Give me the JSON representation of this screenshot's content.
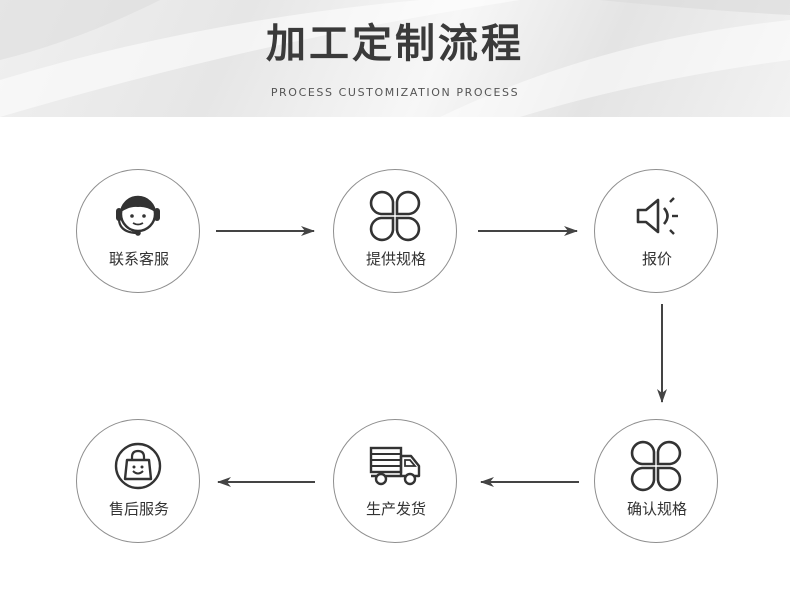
{
  "header": {
    "title": "加工定制流程",
    "subtitle": "PROCESS CUSTOMIZATION PROCESS"
  },
  "steps": [
    {
      "label": "联系客服",
      "icon": "customer-service-icon"
    },
    {
      "label": "提供规格",
      "icon": "clover-grid-icon"
    },
    {
      "label": "报价",
      "icon": "speaker-icon"
    },
    {
      "label": "确认规格",
      "icon": "clover-grid-icon"
    },
    {
      "label": "生产发货",
      "icon": "delivery-truck-icon"
    },
    {
      "label": "售后服务",
      "icon": "shopping-bag-icon"
    }
  ],
  "colors": {
    "circle_border": "#8f8f8f",
    "arrow": "#444444",
    "icon_stroke": "#333333",
    "title": "#3a3a3a"
  }
}
